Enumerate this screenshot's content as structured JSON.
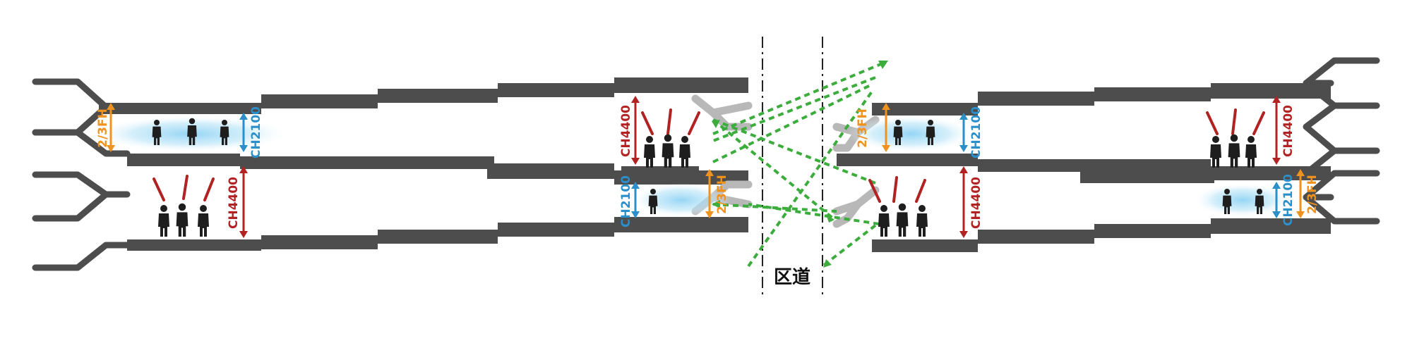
{
  "labels": {
    "road": "区道",
    "ch_high": "CH4400",
    "ch_low": "CH2100",
    "floor_ratio": "2/3FH"
  },
  "colors": {
    "slab": "#4d4d4d",
    "canopy_light": "#b8b8b8",
    "ch_high": "#b22222",
    "ch_low": "#2b8fc9",
    "floor_ratio": "#f0921e",
    "sightline": "#3cad3c",
    "glow": "#8fd3f4",
    "person": "#1e1e1e",
    "axis_line": "#222222"
  },
  "icons": {
    "person": "person-silhouette-icon",
    "double_arrow": "double-arrow-icon",
    "sightline": "dashed-arrow-icon"
  }
}
